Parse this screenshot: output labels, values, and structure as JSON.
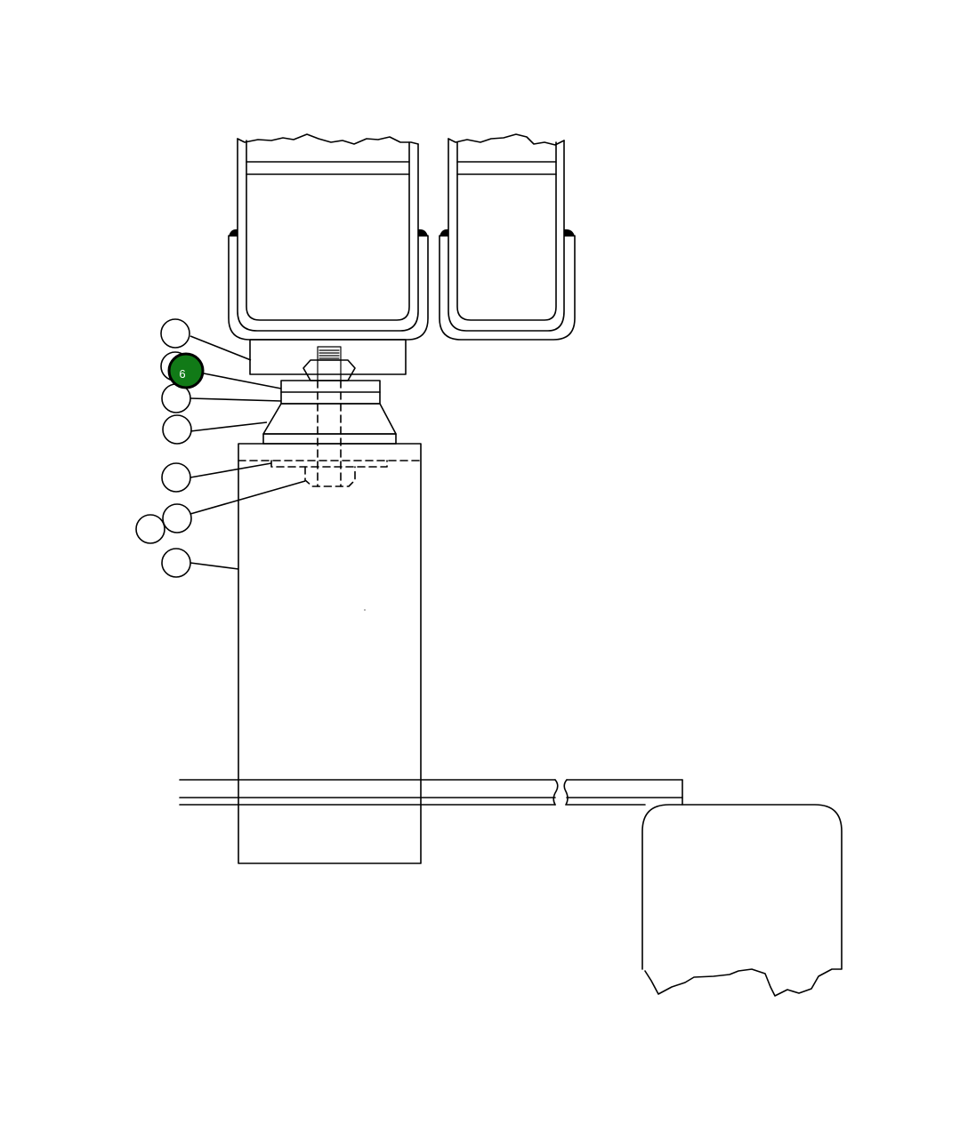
{
  "callouts": [
    {
      "id": "callout-1",
      "label": ""
    },
    {
      "id": "callout-2",
      "label": "6"
    },
    {
      "id": "callout-3",
      "label": ""
    },
    {
      "id": "callout-4",
      "label": ""
    },
    {
      "id": "callout-5",
      "label": ""
    },
    {
      "id": "callout-6",
      "label": ""
    },
    {
      "id": "callout-7",
      "label": ""
    },
    {
      "id": "callout-8",
      "label": ""
    }
  ],
  "highlight": {
    "label": "6",
    "fill_color": "#117a17",
    "text_color": "#ffffff"
  },
  "colors": {
    "line": "#000000",
    "background": "#ffffff"
  }
}
